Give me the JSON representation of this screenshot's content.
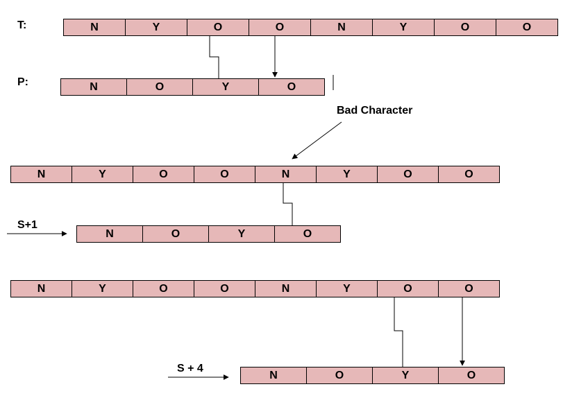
{
  "labels": {
    "text_row": "T:",
    "pattern_row": "P:",
    "bad_character": "Bad Character",
    "shift_one": "S+1",
    "shift_four": "S + 4"
  },
  "text_chars": [
    "N",
    "Y",
    "O",
    "O",
    "N",
    "Y",
    "O",
    "O"
  ],
  "pattern_chars": [
    "N",
    "O",
    "Y",
    "O"
  ],
  "colors": {
    "cell_fill": "#e6b8b8",
    "stroke": "#000000"
  }
}
